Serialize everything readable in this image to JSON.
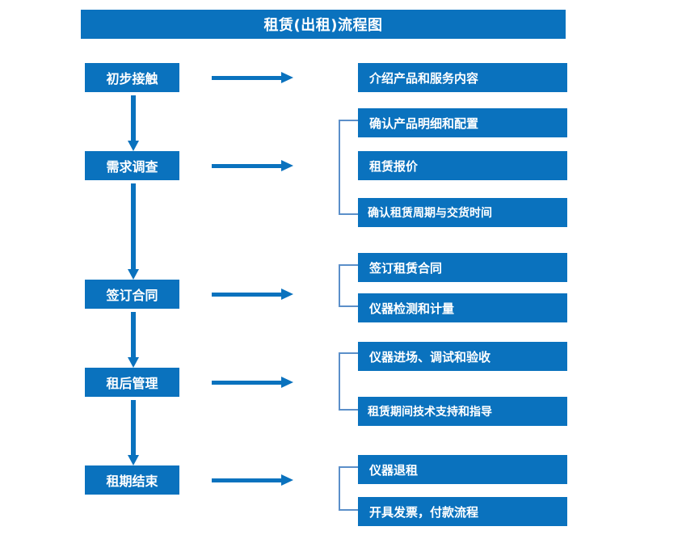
{
  "diagram": {
    "title": "租赁(出租)流程图",
    "colors": {
      "box_fill": "#0A72BE",
      "box_text": "#FFFFFF",
      "arrow": "#0A72BE",
      "bracket": "#5B8FC9",
      "background": "#FFFFFF"
    },
    "stages": [
      {
        "label": "初步接触"
      },
      {
        "label": "需求调查"
      },
      {
        "label": "签订合同"
      },
      {
        "label": "租后管理"
      },
      {
        "label": "租期结束"
      }
    ],
    "details": [
      {
        "label": "介绍产品和服务内容"
      },
      {
        "label": "确认产品明细和配置"
      },
      {
        "label": "租赁报价"
      },
      {
        "label": "确认租赁周期与交货时间"
      },
      {
        "label": "签订租赁合同"
      },
      {
        "label": "仪器检测和计量"
      },
      {
        "label": "仪器进场、调试和验收"
      },
      {
        "label": "租赁期间技术支持和指导"
      },
      {
        "label": "仪器退租"
      },
      {
        "label": "开具发票，付款流程"
      }
    ],
    "groups": [
      {
        "stage": "需求调查",
        "items": [
          "确认产品明细和配置",
          "租赁报价",
          "确认租赁周期与交货时间"
        ]
      },
      {
        "stage": "签订合同",
        "items": [
          "签订租赁合同",
          "仪器检测和计量"
        ]
      },
      {
        "stage": "租后管理",
        "items": [
          "仪器进场、调试和验收",
          "租赁期间技术支持和指导"
        ]
      },
      {
        "stage": "租期结束",
        "items": [
          "仪器退租",
          "开具发票，付款流程"
        ]
      }
    ]
  }
}
